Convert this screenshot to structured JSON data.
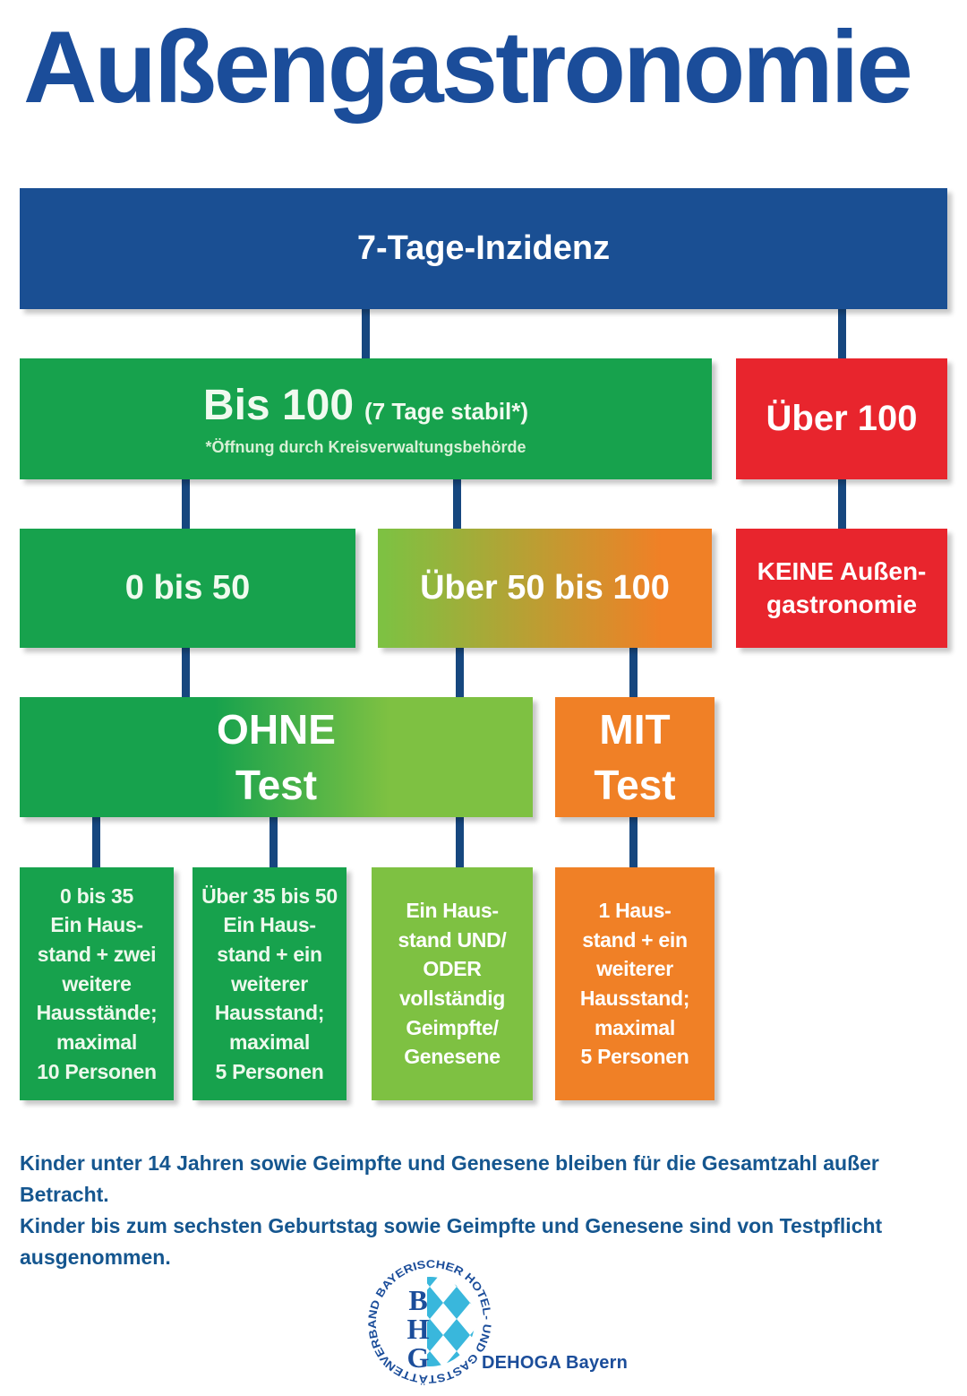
{
  "title": "Außengastronomie",
  "chart": {
    "root": "7-Tage-Inzidenz",
    "bis100": {
      "label": "Bis 100",
      "suffix": "(7 Tage stabil*)",
      "note": "*Öffnung durch Kreisverwaltungsbehörde"
    },
    "ueber100": "Über 100",
    "l2": {
      "a": "0 bis 50",
      "b": "Über 50 bis 100",
      "c1": "KEINE Außen-",
      "c2": "gastronomie"
    },
    "l3": {
      "ohne1": "OHNE",
      "ohne2": "Test",
      "mit1": "MIT",
      "mit2": "Test"
    },
    "rules": {
      "r1": [
        "0 bis 35",
        "Ein Haus-",
        "stand + zwei",
        "weitere",
        "Hausstände;",
        "maximal",
        "10 Personen"
      ],
      "r2": [
        "Über 35 bis 50",
        "Ein Haus-",
        "stand + ein",
        "weiterer",
        "Hausstand;",
        "maximal",
        "5 Personen"
      ],
      "r3": [
        "Ein Haus-",
        "stand UND/",
        "ODER",
        "vollständig",
        "Geimpfte/",
        "Genesene"
      ],
      "r4": [
        "1 Haus-",
        "stand + ein",
        "weiterer",
        "Hausstand;",
        "maximal",
        "5 Personen"
      ]
    }
  },
  "footer": {
    "line1": "Kinder unter 14 Jahren sowie Geimpfte und Genesene bleiben für die Gesamtzahl außer Betracht.",
    "line2": "Kinder bis zum sechsten Geburtstag sowie Geimpfte und Genesene sind von Testpflicht ausgenommen."
  },
  "logo": {
    "circle_text": "VERBAND BAYERISCHER HOTEL- UND GASTSTÄTTEN",
    "b": "B",
    "h": "H",
    "g": "G",
    "caption": "DEHOGA Bayern"
  },
  "colors": {
    "navy_title": "#1B4D9A",
    "navy_banner": "#1A4F93",
    "navy_line": "#16477F",
    "green": "#17A24D",
    "light_green": "#7EC142",
    "orange": "#F08026",
    "red": "#E8252D",
    "footer_blue": "#15568F",
    "bavaria_cyan": "#39B7DC"
  }
}
